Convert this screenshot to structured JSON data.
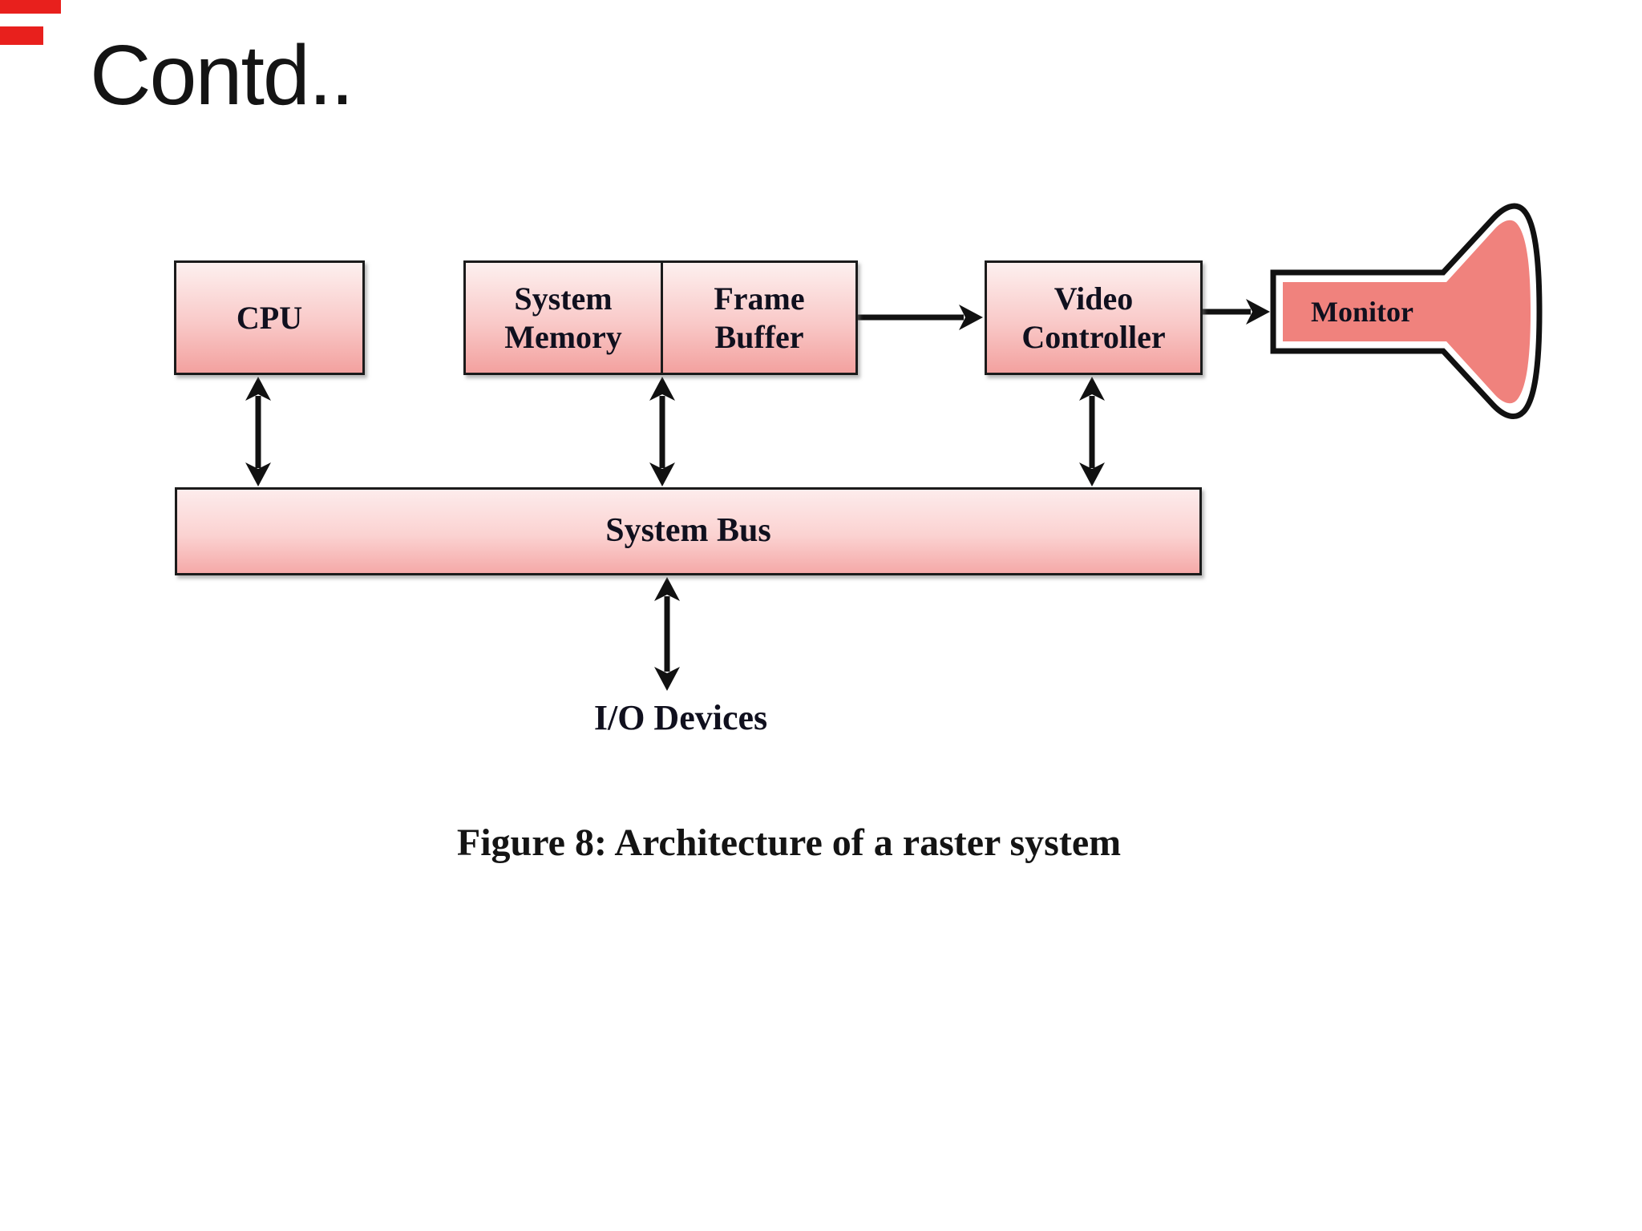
{
  "slide": {
    "title": "Contd..",
    "caption": "Figure 8: Architecture of a raster system"
  },
  "diagram": {
    "boxes": {
      "cpu": "CPU",
      "system_memory": "System Memory",
      "frame_buffer": "Frame Buffer",
      "video_controller": "Video Controller",
      "system_bus": "System Bus",
      "monitor": "Monitor"
    },
    "io_label": "I/O Devices",
    "connections": [
      "CPU <-> System Bus",
      "System Memory / Frame Buffer <-> System Bus",
      "Video Controller <-> System Bus",
      "Frame Buffer -> Video Controller",
      "Video Controller -> Monitor",
      "System Bus <-> I/O Devices"
    ]
  },
  "colors": {
    "box_gradient_top": "#fdf0ef",
    "box_gradient_bottom": "#f3a19f",
    "bus_gradient_top": "#fdecec",
    "bus_gradient_bottom": "#f5a9a8",
    "monitor_fill": "#f0827d",
    "outline": "#1b1b1b",
    "arrow": "#111111",
    "text": "#10101e",
    "corner_artifact_red": "#e8201d",
    "background": "#ffffff"
  }
}
